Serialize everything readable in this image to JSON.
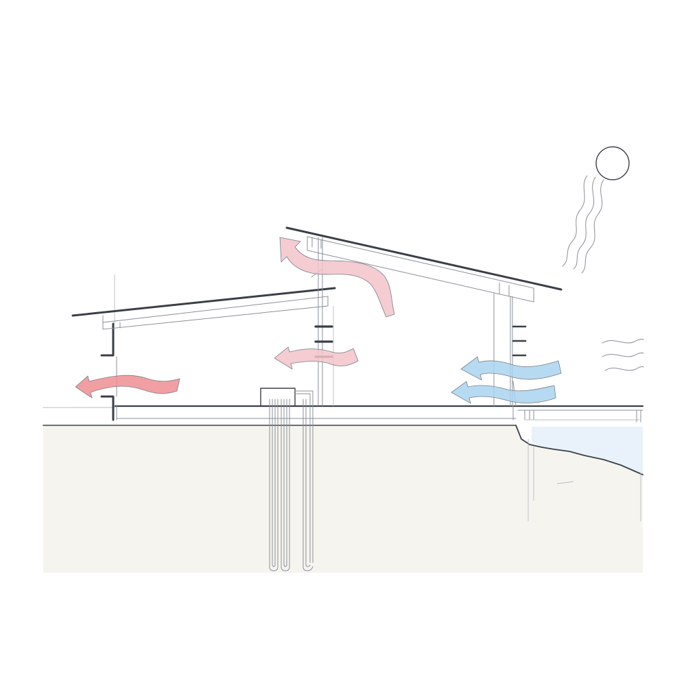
{
  "colors": {
    "background": "#ffffff",
    "ground": "#f5f4ef",
    "ink": "#3a3f47",
    "warm_air": "#ef8e93",
    "warm_air_light": "#f2c3ca",
    "cool_air": "#a9d3ef",
    "sun": "#ffffff",
    "pond": "#e9f1fa"
  },
  "icons": {
    "sun": "sun-icon",
    "heat_waves": "heat-waves-icon",
    "wind": "wind-lines-icon",
    "geothermal": "geothermal-loop-icon"
  },
  "airflows": [
    {
      "id": "exhaust-left",
      "kind": "warm"
    },
    {
      "id": "exhaust-middle",
      "kind": "warm-light"
    },
    {
      "id": "exhaust-roof",
      "kind": "warm-light"
    },
    {
      "id": "intake-upper",
      "kind": "cool"
    },
    {
      "id": "intake-lower",
      "kind": "cool"
    }
  ]
}
